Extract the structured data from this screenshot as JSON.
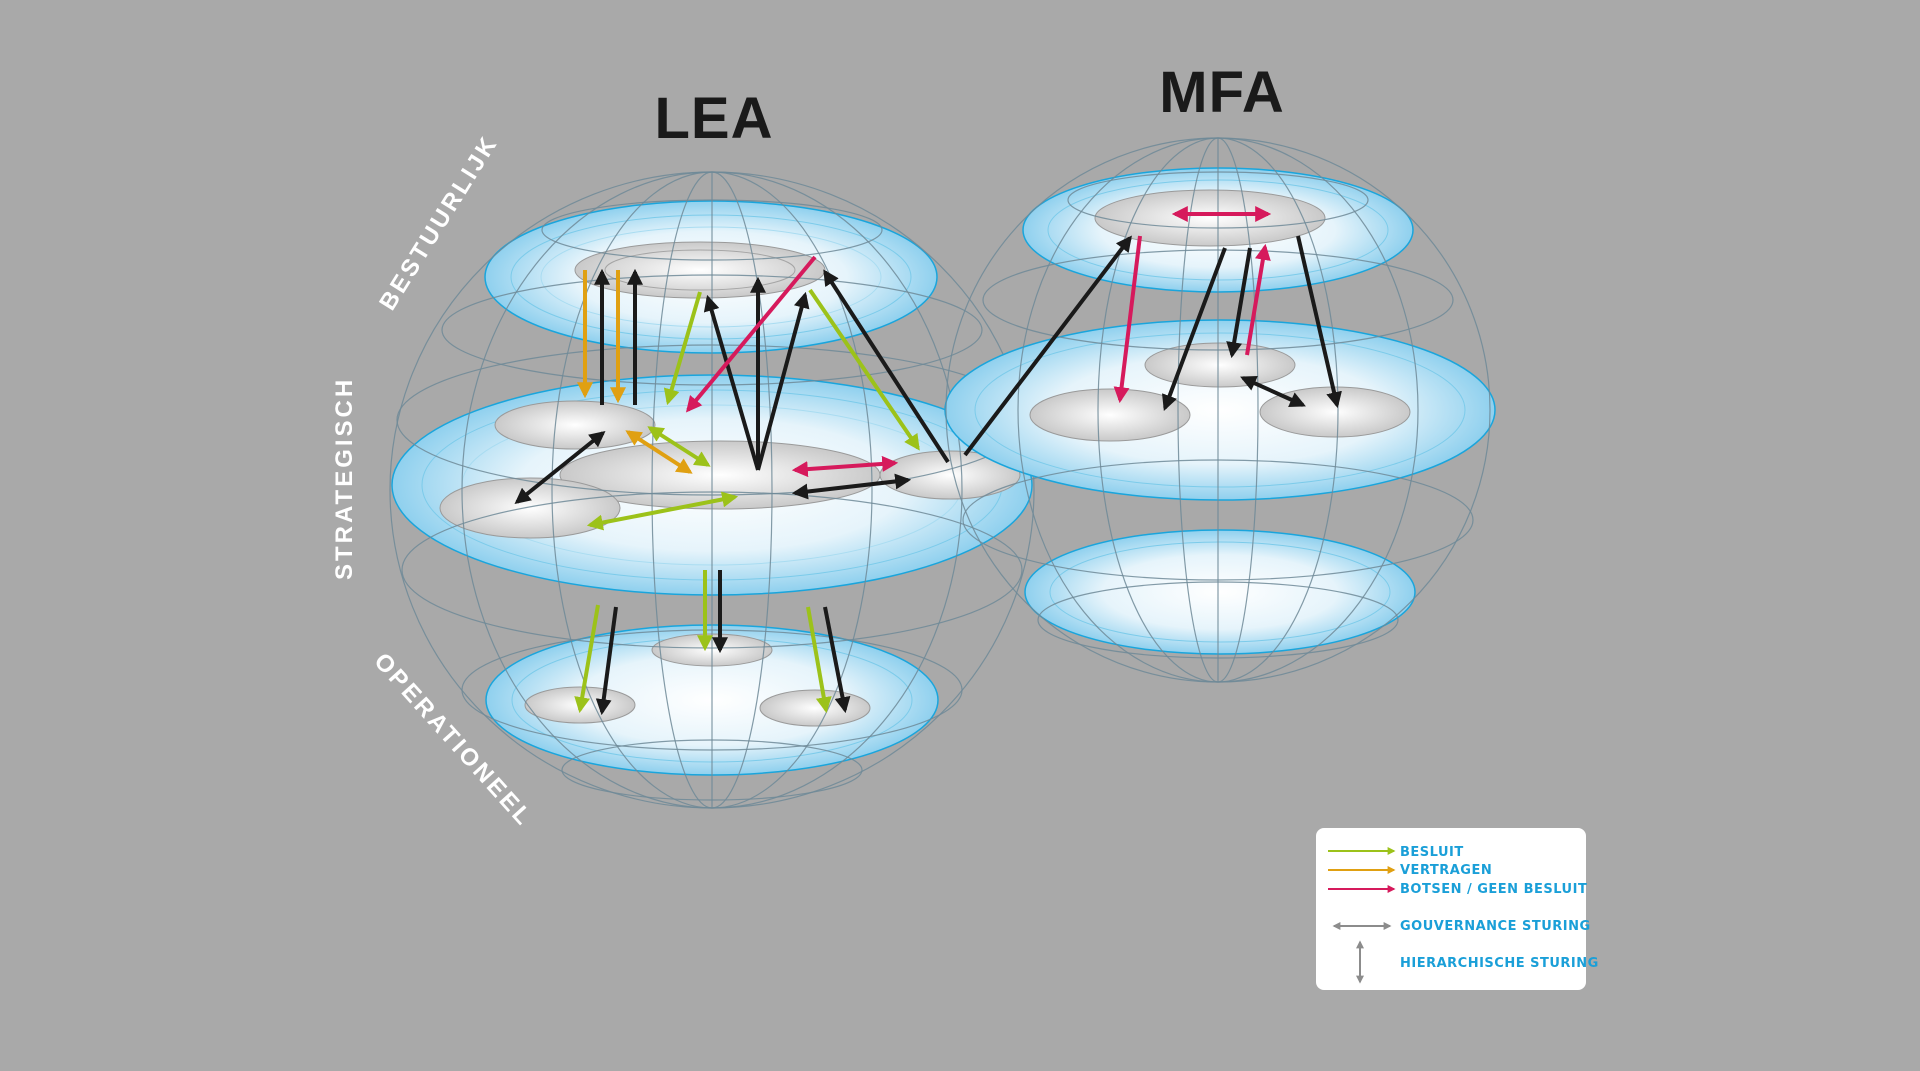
{
  "spheres": {
    "lea": {
      "title": "LEA"
    },
    "mfa": {
      "title": "MFA"
    }
  },
  "levels": {
    "bestuurlijk": "BESTUURLIJK",
    "strategisch": "STRATEGISCH",
    "operationeel": "OPERATIONEEL"
  },
  "legend": {
    "items": [
      {
        "label": "BESLUIT",
        "color": "#9cc21a",
        "icon": "arrow-right-icon"
      },
      {
        "label": "VERTRAGEN",
        "color": "#e0a012",
        "icon": "arrow-right-icon"
      },
      {
        "label": "BOTSEN / GEEN BESLUIT",
        "color": "#d61a5c",
        "icon": "arrow-right-icon"
      },
      {
        "label": "GOUVERNANCE STURING",
        "color": "#8c8c8c",
        "icon": "double-arrow-horizontal-icon"
      },
      {
        "label": "HIERARCHISCHE STURING",
        "color": "#8c8c8c",
        "icon": "double-arrow-vertical-icon"
      }
    ]
  },
  "colors": {
    "background": "#a9a9a9",
    "disc": "#bfe4f5",
    "wire": "#6f8a98",
    "besluit": "#9cc21a",
    "vertragen": "#e0a012",
    "botsen": "#d61a5c",
    "black": "#1a1a1a",
    "legend_text": "#1a9fd8"
  }
}
